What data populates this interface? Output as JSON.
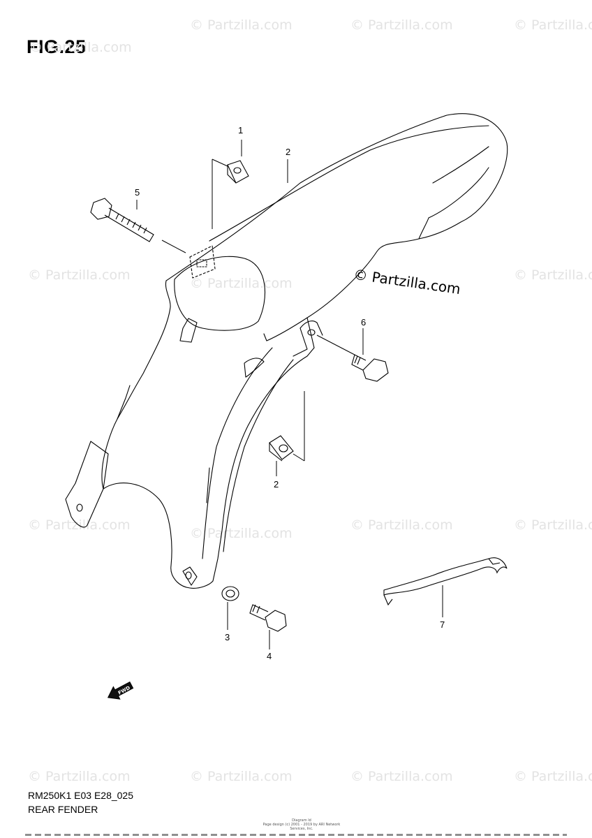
{
  "figure": {
    "title": "FIG.25",
    "code": "RM250K1 E03 E28_025",
    "name": "REAR FENDER"
  },
  "callouts": [
    "1",
    "2",
    "5",
    "6",
    "2",
    "3",
    "4",
    "7"
  ],
  "watermark": {
    "text": "© Partzilla.com",
    "center_text": "© Partzilla.com"
  },
  "fwd_label": "FWD",
  "footer": {
    "line1": "Diagram Id",
    "line2": "Page design (c) 2001 - 2019 by ARI Network Services, Inc."
  },
  "colors": {
    "line": "#000000",
    "watermark": "#e3e3e3",
    "background": "#ffffff"
  }
}
